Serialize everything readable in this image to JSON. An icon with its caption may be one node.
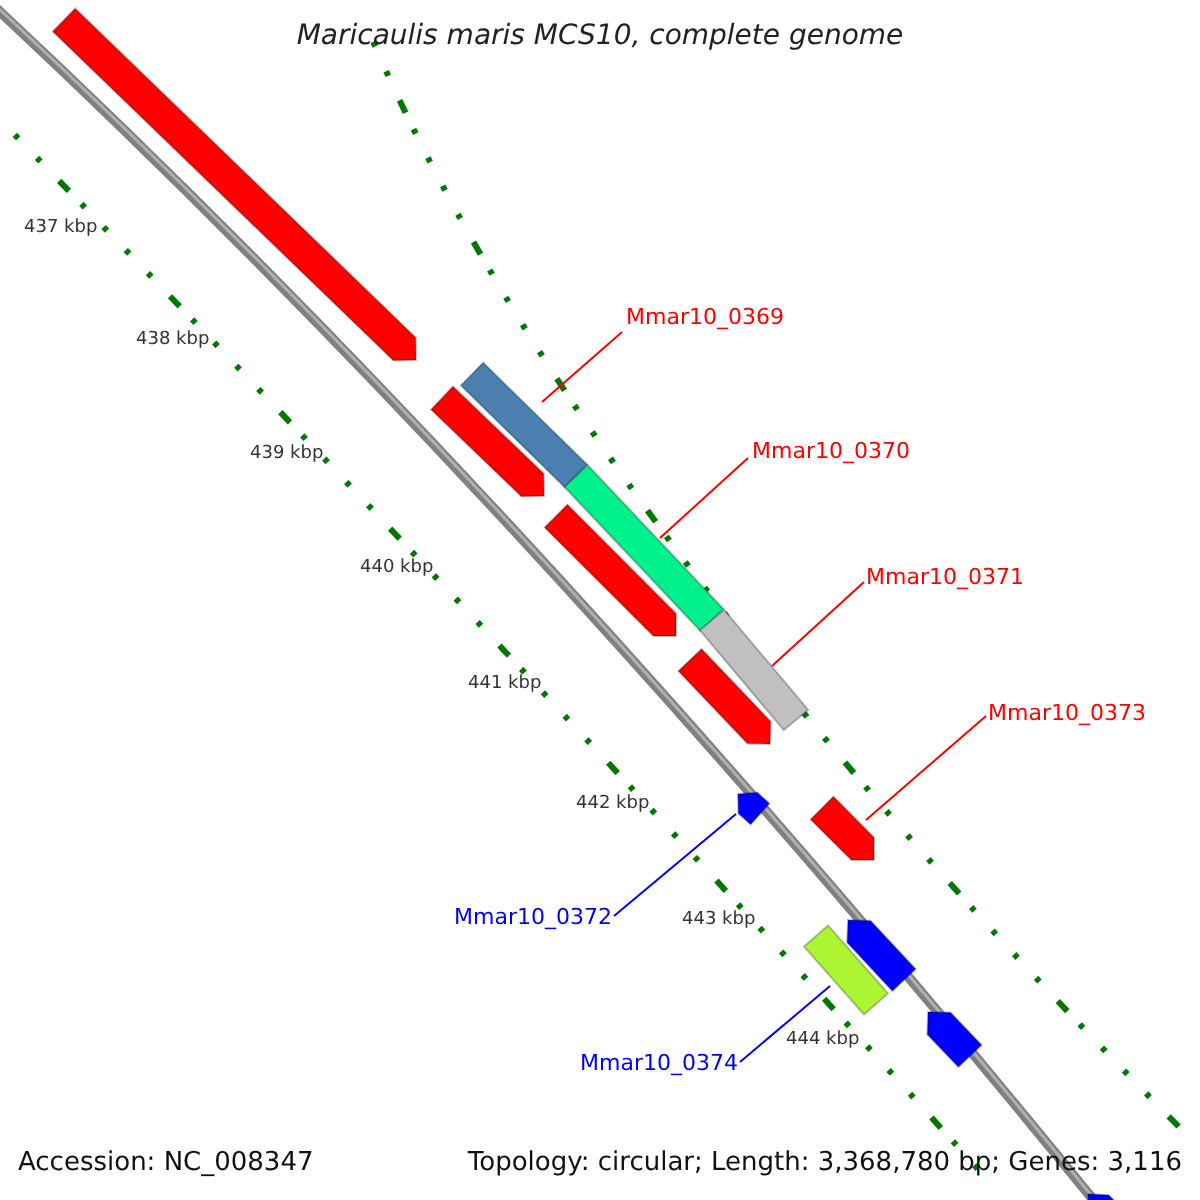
{
  "diagram": {
    "title": "Maricaulis maris MCS10, complete genome",
    "nodes": [
      {
        "text": [],
        "shape": "arrow"
      },
      {
        "text": [],
        "shape": "bar"
      },
      {
        "text": [],
        "shape": "arrow"
      },
      {
        "text": [],
        "shape": "bar"
      },
      {
        "text": [],
        "shape": "arrow"
      },
      {
        "text": [],
        "shape": "bar"
      },
      {
        "text": [],
        "shape": "arrow"
      },
      {
        "text": [],
        "shape": "arrow"
      },
      {
        "text": [],
        "shape": "arrow"
      },
      {
        "text": [],
        "shape": "arrow"
      },
      {
        "text": [],
        "shape": "bar"
      },
      {
        "text": [],
        "shape": "arrow"
      },
      {
        "text": [],
        "shape": "arrow"
      },
      {
        "text": [
          "Mmar10_0369"
        ]
      },
      {
        "text": [
          "Mmar10_0370"
        ]
      },
      {
        "text": [
          "Mmar10_0371"
        ]
      },
      {
        "text": [
          "Mmar10_0373"
        ]
      },
      {
        "text": [
          "Mmar10_0372"
        ]
      },
      {
        "text": [
          "Mmar10_0374"
        ]
      }
    ],
    "edges": [
      {
        "from": 13,
        "to": 1,
        "arrow": "none"
      },
      {
        "from": 14,
        "to": 3,
        "arrow": "none"
      },
      {
        "from": 15,
        "to": 5,
        "arrow": "none"
      },
      {
        "from": 16,
        "to": 8,
        "arrow": "none"
      },
      {
        "from": 17,
        "to": 7,
        "arrow": "none",
        "color": "#0000ff"
      },
      {
        "from": 18,
        "to": 10,
        "arrow": "none",
        "color": "#0000ff"
      }
    ],
    "labels": [
      "437 kbp",
      "438 kbp",
      "439 kbp",
      "440 kbp",
      "441 kbp",
      "442 kbp",
      "443 kbp",
      "444 kbp",
      "Accession: NC_008347",
      "Topology: circular; Length: 3,368,780 bp; Genes: 3,116"
    ]
  }
}
